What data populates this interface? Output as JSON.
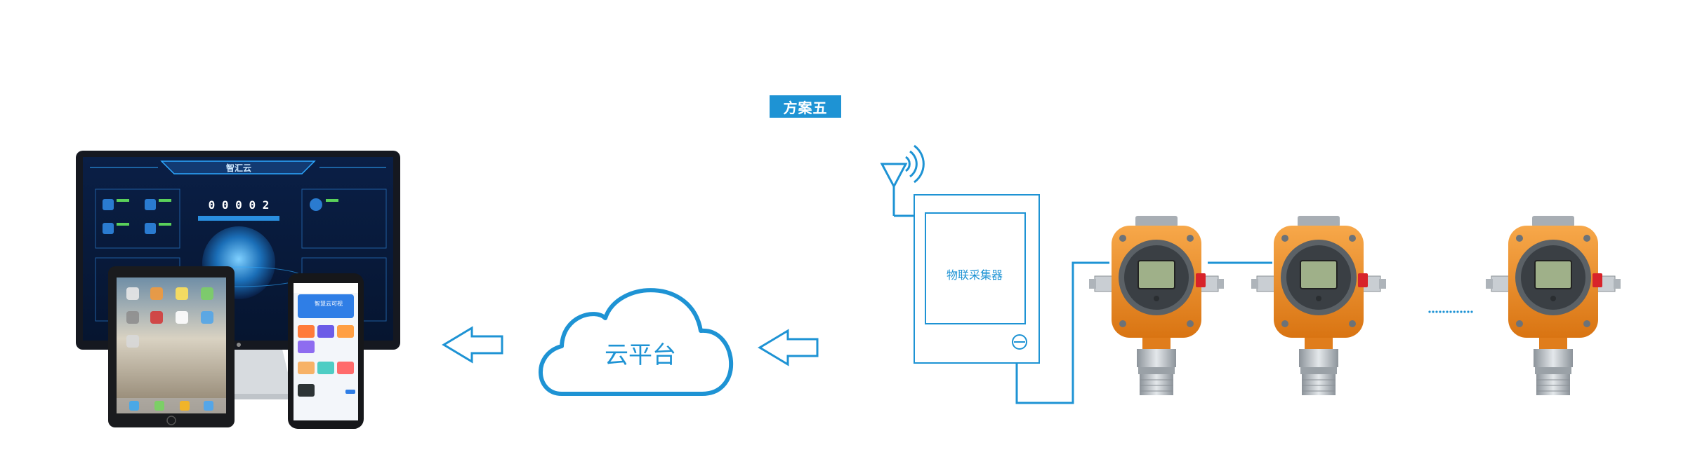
{
  "scheme_label": "方案五",
  "cloud_label": "云平台",
  "collector_label": "物联采集器",
  "dashboard": {
    "title": "智汇云",
    "counter": "0 0 0 0 2"
  },
  "phone": {
    "header": "智慧云可视"
  },
  "colors": {
    "accent": "#1e93d4",
    "detector_orange": "#f0922a",
    "detector_steel": "#b8bec4"
  }
}
